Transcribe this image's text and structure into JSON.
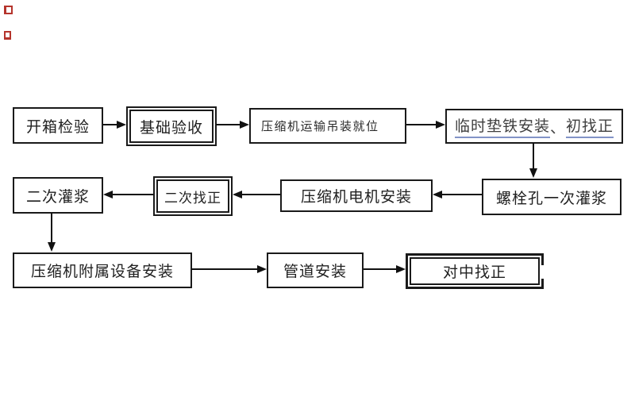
{
  "diagram": {
    "type": "flowchart",
    "language": "zh-CN",
    "topic": "压缩机安装工艺流程",
    "nodes": [
      {
        "id": "kaixiang-jianyan",
        "label": "开箱检验",
        "border": "single"
      },
      {
        "id": "jichu-yanshou",
        "label": "基础验收",
        "border": "double"
      },
      {
        "id": "yunshu-diaozhuang",
        "label": "压缩机运输吊装就位",
        "border": "single"
      },
      {
        "id": "linshi-dietie",
        "label": "临时垫铁安装、初找正",
        "border": "single",
        "segments": [
          {
            "text": "临时垫铁安装",
            "underline": true
          },
          {
            "text": "、",
            "underline": false
          },
          {
            "text": "初找正",
            "underline": true
          }
        ]
      },
      {
        "id": "luoshuankong-guanjiang",
        "label": "螺栓孔一次灌浆",
        "border": "single"
      },
      {
        "id": "dianji-anzhuang",
        "label": "压缩机电机安装",
        "border": "single"
      },
      {
        "id": "erci-zhaozheng",
        "label": "二次找正",
        "border": "double"
      },
      {
        "id": "erci-guanjiang",
        "label": "二次灌浆",
        "border": "single"
      },
      {
        "id": "fushu-shebei",
        "label": "压缩机附属设备安装",
        "border": "single"
      },
      {
        "id": "guandao-anzhuang",
        "label": "管道安装",
        "border": "single"
      },
      {
        "id": "duizhong-zhaozheng",
        "label": "对中找正",
        "border": "double"
      }
    ],
    "edges": [
      {
        "from": "开箱检验",
        "to": "基础验收"
      },
      {
        "from": "基础验收",
        "to": "压缩机运输吊装就位"
      },
      {
        "from": "压缩机运输吊装就位",
        "to": "临时垫铁安装、初找正"
      },
      {
        "from": "临时垫铁安装、初找正",
        "to": "螺栓孔一次灌浆"
      },
      {
        "from": "螺栓孔一次灌浆",
        "to": "压缩机电机安装"
      },
      {
        "from": "压缩机电机安装",
        "to": "二次找正"
      },
      {
        "from": "二次找正",
        "to": "二次灌浆"
      },
      {
        "from": "二次灌浆",
        "to": "压缩机附属设备安装"
      },
      {
        "from": "压缩机附属设备安装",
        "to": "管道安装"
      },
      {
        "from": "管道安装",
        "to": "对中找正"
      }
    ]
  },
  "colors": {
    "background": "#ffffff",
    "box_border": "#1a1a1a",
    "text": "#1f1f1f",
    "node3_text": "#3f3f3f",
    "underline_blue": "#8293c7",
    "arrow": "#111111",
    "watermark_red": "#b5342c"
  }
}
